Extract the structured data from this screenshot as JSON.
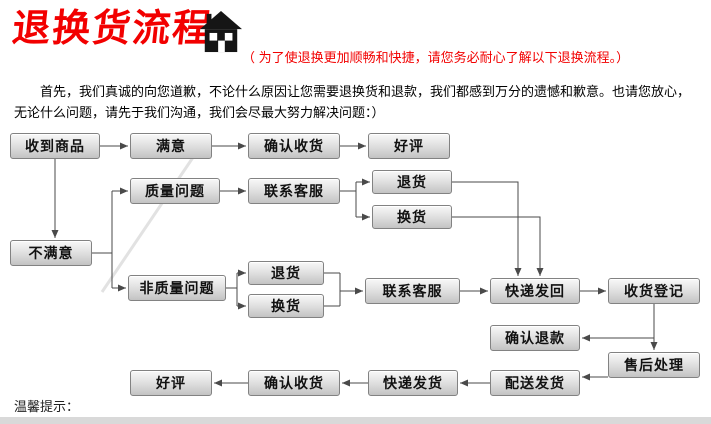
{
  "header": {
    "title": "退换货流程",
    "subtitle": "（ 为了使退换更加顺畅和快捷，请您务必耐心了解以下退换流程。）"
  },
  "intro": "首先，我们真诚的向您道歉，不论什么原因让您需要退换货和退款，我们都感到万分的遗憾和歉意。也请您放心，无论什么问题，请先于我们沟通，我们会尽最大努力解决问题：）",
  "flow": {
    "nodes": [
      {
        "id": "received-goods",
        "label": "收到商品"
      },
      {
        "id": "satisfied",
        "label": "满意"
      },
      {
        "id": "confirm-receipt-top",
        "label": "确认收货"
      },
      {
        "id": "good-review-top",
        "label": "好评"
      },
      {
        "id": "quality-issue",
        "label": "质量问题"
      },
      {
        "id": "contact-service-quality",
        "label": "联系客服"
      },
      {
        "id": "return-quality",
        "label": "退货"
      },
      {
        "id": "exchange-quality",
        "label": "换货"
      },
      {
        "id": "unsatisfied",
        "label": "不满意"
      },
      {
        "id": "non-quality-issue",
        "label": "非质量问题"
      },
      {
        "id": "return-nonquality",
        "label": "退货"
      },
      {
        "id": "exchange-nonquality",
        "label": "换货"
      },
      {
        "id": "contact-service-nonquality",
        "label": "联系客服"
      },
      {
        "id": "express-send-back",
        "label": "快递发回"
      },
      {
        "id": "receipt-registration",
        "label": "收货登记"
      },
      {
        "id": "confirm-refund",
        "label": "确认退款"
      },
      {
        "id": "after-sales-processing",
        "label": "售后处理"
      },
      {
        "id": "good-review-bottom",
        "label": "好评"
      },
      {
        "id": "confirm-receipt-bottom",
        "label": "确认收货"
      },
      {
        "id": "express-delivery",
        "label": "快递发货"
      },
      {
        "id": "dispatch-delivery",
        "label": "配送发货"
      }
    ],
    "edges": [
      {
        "from": "received-goods",
        "to": "satisfied"
      },
      {
        "from": "satisfied",
        "to": "confirm-receipt-top"
      },
      {
        "from": "confirm-receipt-top",
        "to": "good-review-top"
      },
      {
        "from": "received-goods",
        "to": "unsatisfied"
      },
      {
        "from": "unsatisfied",
        "to": "quality-issue"
      },
      {
        "from": "unsatisfied",
        "to": "non-quality-issue"
      },
      {
        "from": "quality-issue",
        "to": "contact-service-quality"
      },
      {
        "from": "contact-service-quality",
        "to": "return-quality"
      },
      {
        "from": "contact-service-quality",
        "to": "exchange-quality"
      },
      {
        "from": "return-quality",
        "to": "express-send-back"
      },
      {
        "from": "exchange-quality",
        "to": "express-send-back"
      },
      {
        "from": "non-quality-issue",
        "to": "return-nonquality"
      },
      {
        "from": "non-quality-issue",
        "to": "exchange-nonquality"
      },
      {
        "from": "return-nonquality",
        "to": "contact-service-nonquality"
      },
      {
        "from": "exchange-nonquality",
        "to": "contact-service-nonquality"
      },
      {
        "from": "contact-service-nonquality",
        "to": "express-send-back"
      },
      {
        "from": "express-send-back",
        "to": "receipt-registration"
      },
      {
        "from": "receipt-registration",
        "to": "after-sales-processing"
      },
      {
        "from": "after-sales-processing",
        "to": "confirm-refund"
      },
      {
        "from": "after-sales-processing",
        "to": "dispatch-delivery"
      },
      {
        "from": "dispatch-delivery",
        "to": "express-delivery"
      },
      {
        "from": "express-delivery",
        "to": "confirm-receipt-bottom"
      },
      {
        "from": "confirm-receipt-bottom",
        "to": "good-review-bottom"
      }
    ]
  },
  "footer": {
    "tip": "温馨提示："
  },
  "colors": {
    "accent_red": "#f20000",
    "box_border": "#828282",
    "box_fill_top": "#f8f8f8",
    "box_fill_bottom": "#c3c3c3",
    "arrow": "#4a4a4a"
  }
}
